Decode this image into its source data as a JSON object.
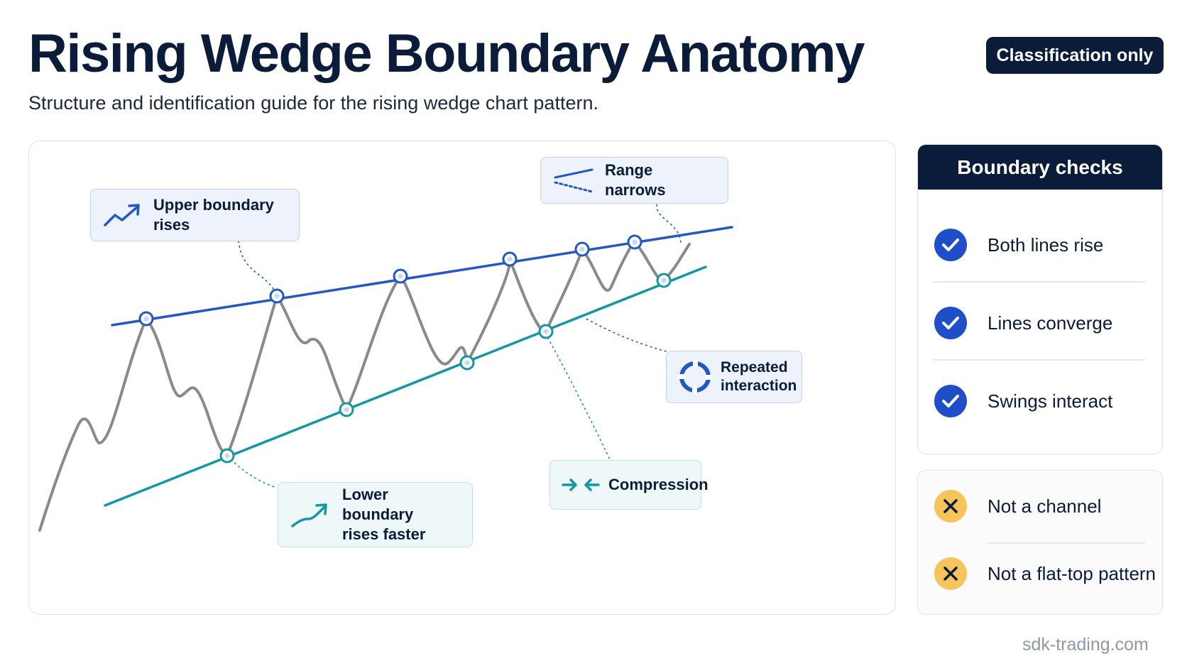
{
  "header": {
    "title": "Rising Wedge Boundary Anatomy",
    "subtitle": "Structure and identification guide for the rising wedge chart pattern.",
    "badge": "Classification only"
  },
  "callouts": {
    "upper": "Upper boundary rises",
    "range": "Range narrows",
    "repeated": "Repeated\ninteraction",
    "compression": "Compression",
    "lower": "Lower boundary\nrises faster"
  },
  "checks": {
    "title": "Boundary checks",
    "items": [
      {
        "label": "Both lines rise",
        "status": "pass"
      },
      {
        "label": "Lines converge",
        "status": "pass"
      },
      {
        "label": "Swings interact",
        "status": "pass"
      }
    ]
  },
  "exclusions": {
    "items": [
      {
        "label": "Not a channel",
        "status": "fail"
      },
      {
        "label": "Not a flat-top pattern",
        "status": "fail"
      }
    ]
  },
  "colors": {
    "navy": "#0b1b3a",
    "upper_line": "#2358c4",
    "lower_line": "#1596a4",
    "price_line": "#8a8a8a",
    "check_blue": "#1f4fc8",
    "cross_yellow": "#f7c45a"
  },
  "icons": {
    "check": "check-circle-icon",
    "cross": "x-circle-icon"
  },
  "watermark": "sdk-trading.com"
}
